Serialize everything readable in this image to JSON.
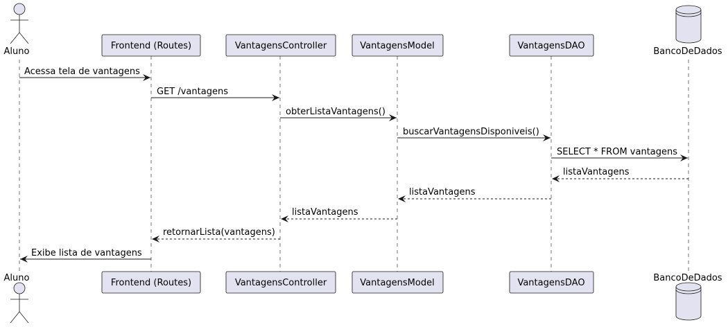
{
  "participants": {
    "aluno": "Aluno",
    "frontend": "Frontend (Routes)",
    "controller": "VantagensController",
    "model": "VantagensModel",
    "dao": "VantagensDAO",
    "database": "BancoDeDados"
  },
  "messages": [
    {
      "label": "Acessa tela de vantagens",
      "from": "aluno",
      "to": "frontend",
      "kind": "sync"
    },
    {
      "label": "GET /vantagens",
      "from": "frontend",
      "to": "controller",
      "kind": "sync"
    },
    {
      "label": "obterListaVantagens()",
      "from": "controller",
      "to": "model",
      "kind": "sync"
    },
    {
      "label": "buscarVantagensDisponiveis()",
      "from": "model",
      "to": "dao",
      "kind": "sync"
    },
    {
      "label": "SELECT * FROM vantagens",
      "from": "dao",
      "to": "database",
      "kind": "sync"
    },
    {
      "label": "listaVantagens",
      "from": "database",
      "to": "dao",
      "kind": "reply"
    },
    {
      "label": "listaVantagens",
      "from": "dao",
      "to": "model",
      "kind": "reply"
    },
    {
      "label": "listaVantagens",
      "from": "model",
      "to": "controller",
      "kind": "reply"
    },
    {
      "label": "retornarLista(vantagens)",
      "from": "controller",
      "to": "frontend",
      "kind": "reply"
    },
    {
      "label": "Exibe lista de vantagens",
      "from": "frontend",
      "to": "aluno",
      "kind": "sync"
    }
  ],
  "colors": {
    "participant_fill": "#e2e2f0",
    "stroke": "#181818"
  }
}
